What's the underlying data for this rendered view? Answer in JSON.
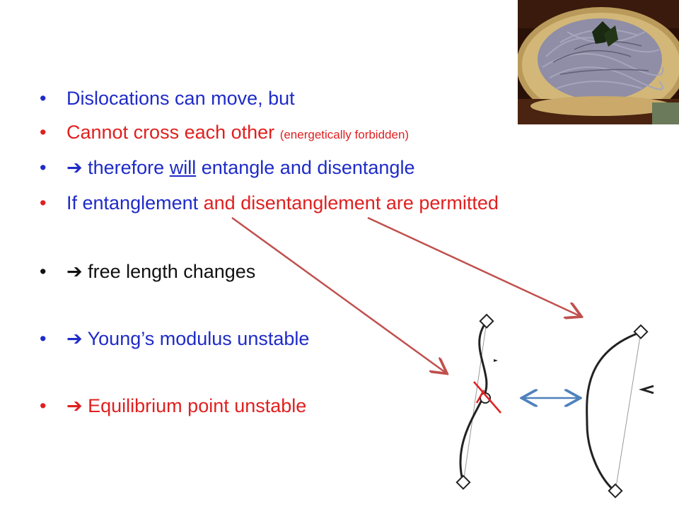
{
  "colors": {
    "blue": "#1f2bc8",
    "red": "#e02020",
    "black": "#111111",
    "arrow_red": "#c0504d",
    "arrow_blue": "#4f81bd"
  },
  "photo": {
    "description_icon": "soba-noodles-photo"
  },
  "bullets": [
    {
      "bullet": "•",
      "text": "Dislocations can move, but"
    },
    {
      "bullet": "•",
      "text": "Cannot cross each other",
      "note": "(energetically forbidden)"
    },
    {
      "bullet": "•",
      "arrow": "➔",
      "pre": " therefore ",
      "underlined": "will",
      "post": " entangle and disentangle"
    },
    {
      "bullet": "•",
      "text_a": "If entanglement",
      "text_b": " and disentanglement are permitted"
    },
    {
      "bullet": "•",
      "arrow": "➔",
      "text": " free length changes"
    },
    {
      "bullet": "•",
      "arrow": "➔",
      "text": " Young’s modulus unstable"
    },
    {
      "bullet": "•",
      "arrow": "➔",
      "text": " Equilibrium point unstable"
    }
  ]
}
